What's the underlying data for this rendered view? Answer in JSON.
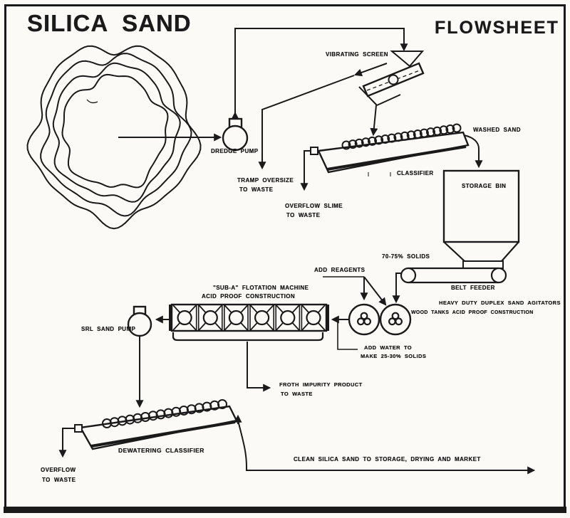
{
  "colors": {
    "ink": "#1a1a1a",
    "paper": "#fbfaf6"
  },
  "header": {
    "title": "SILICA SAND",
    "sheet_label": "FLOWSHEET"
  },
  "equipment_labels": {
    "vibrating_screen": "VIBRATING SCREEN",
    "dredge_pump": "DREDGE PUMP",
    "classifier": "CLASSIFIER",
    "storage_bin": "STORAGE BIN",
    "belt_feeder": "BELT FEEDER",
    "srl_sand_pump": "SRL SAND PUMP",
    "dewatering_classifier": "DEWATERING CLASSIFIER"
  },
  "stream_labels": {
    "washed_sand": "WASHED SAND",
    "tramp_oversize": [
      "TRAMP OVERSIZE",
      "TO WASTE"
    ],
    "overflow_slime": [
      "OVERFLOW SLIME",
      "TO WASTE"
    ],
    "solids_70_75": "70-75% SOLIDS",
    "add_reagents": "ADD REAGENTS",
    "add_water": [
      "ADD WATER TO",
      "MAKE 25-30% SOLIDS"
    ],
    "froth": [
      "FROTH IMPURITY PRODUCT",
      "TO WASTE"
    ],
    "overflow": [
      "OVERFLOW",
      "TO WASTE"
    ],
    "clean_sand": "CLEAN SILICA SAND TO STORAGE, DRYING AND MARKET"
  },
  "notes": {
    "flotation": [
      "\"SUB-A\" FLOTATION MACHINE",
      "ACID PROOF CONSTRUCTION"
    ],
    "agitators": [
      "HEAVY DUTY DUPLEX SAND AGITATORS",
      "WOOD TANKS ACID PROOF CONSTRUCTION"
    ]
  }
}
